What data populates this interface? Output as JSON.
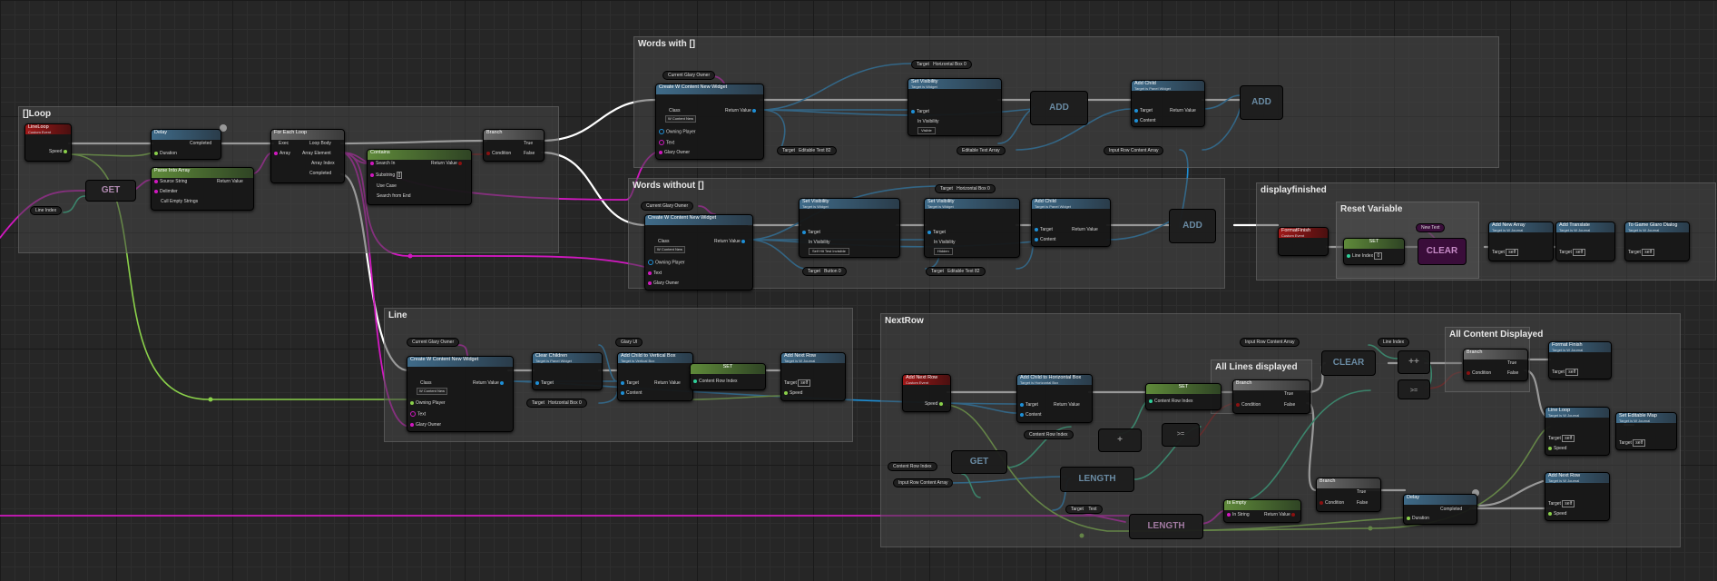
{
  "comments": {
    "loop": "[]Loop",
    "words_with": "Words with []",
    "words_without": "Words without []",
    "line": "Line",
    "nextrow": "NextRow",
    "all_lines": "All Lines displayed",
    "all_content": "All Content Displayed",
    "displayfinished": "displayfinished",
    "reset_variable": "Reset Variable"
  },
  "nodes": {
    "lineloop": {
      "title": "LineLoop",
      "sub": "Custom Event",
      "speed": "Speed"
    },
    "get1": {
      "label": "GET",
      "line_index": "Line Index"
    },
    "delay1": {
      "title": "Delay",
      "duration": "Duration",
      "completed": "Completed"
    },
    "parse": {
      "title": "Parse Into Array",
      "source": "Source String",
      "delimiter": "Delimiter",
      "cull": "Cull Empty Strings",
      "ret": "Return Value"
    },
    "foreach": {
      "title": "For Each Loop",
      "exec": "Exec",
      "array": "Array",
      "body": "Loop Body",
      "elem": "Array Element",
      "idx": "Array Index",
      "done": "Completed"
    },
    "contains": {
      "title": "Contains",
      "search_in": "Search In",
      "substring": "Substring",
      "substring_val": "[]",
      "use_case": "Use Case",
      "from_end": "Search from End",
      "ret": "Return Value"
    },
    "branch1": {
      "title": "Branch",
      "cond": "Condition",
      "t": "True",
      "f": "False"
    },
    "ww": {
      "owner": "Current Glary Owner",
      "create": "Create W Content New Widget",
      "class": "Class",
      "class_val": "W Content New",
      "owning": "Owning Player",
      "text": "Text",
      "glary": "Glary Owner",
      "ret": "Return Value",
      "target_hbox": "Target",
      "hbox": "Horizontal Box 0",
      "set_vis": "Set Visibility",
      "set_vis_sub": "Target is Widget",
      "target": "Target",
      "in_vis": "In Visibility",
      "in_vis_val": "Visible",
      "target_edit": "Target",
      "editable": "Editable Text 82",
      "add_label": "ADD",
      "editable_arr": "Editable Text Array",
      "add_child": "Add Child",
      "add_child_sub": "Target is Panel Widget",
      "content": "Content",
      "ret2": "Return Value",
      "input_arr": "Input Row Content Array",
      "add2": "ADD"
    },
    "wo": {
      "owner": "Current Glary Owner",
      "create": "Create W Content New Widget",
      "class": "Class",
      "class_val": "W Content New",
      "owning": "Owning Player",
      "text": "Text",
      "glary": "Glary Owner",
      "ret": "Return Value",
      "target_hbox": "Target",
      "hbox": "Horizontal Box 0",
      "set_vis": "Set Visibility",
      "set_vis_sub": "Target is Widget",
      "target": "Target",
      "in_vis": "In Visibility",
      "in_vis_val": "Self Hit Test Invisible",
      "in_vis_val2": "Hidden",
      "target_btn": "Target",
      "btn": "Button 0",
      "target_edit": "Target",
      "editable": "Editable Text 82",
      "add_child": "Add Child",
      "add_child_sub": "Target is Panel Widget",
      "content": "Content",
      "ret2": "Return Value",
      "add_label": "ADD"
    },
    "line": {
      "owner": "Current Glary Owner",
      "create": "Create W Content New Widget",
      "class": "Class",
      "class_val": "W Content New",
      "owning": "Owning Player",
      "text": "Text",
      "glary": "Glary Owner",
      "ret": "Return Value",
      "glary_ui": "Glary UI",
      "clear": "Clear Children",
      "clear_sub": "Target is Panel Widget",
      "target": "Target",
      "add_vb": "Add Child to Vertical Box",
      "add_vb_sub": "Target is Vertical Box",
      "content": "Content",
      "ret2": "Return Value",
      "set": "SET",
      "cri": "Content Row Index",
      "target_hbox": "Target",
      "hbox": "Horizontal Box 0",
      "addnextrow": "Add Next Row",
      "addnextrow_sub": "Target is W Journal",
      "speed": "Speed",
      "self": "self"
    },
    "nr": {
      "evt": "Add Next Row",
      "evt_sub": "Custom Event",
      "speed": "Speed",
      "add_hb": "Add Child to Horizontal Box",
      "add_hb_sub": "Target is Horizontal Box",
      "target": "Target",
      "content": "Content",
      "ret": "Return Value",
      "set": "SET",
      "cri": "Content Row Index",
      "cri2": "Content Row Index",
      "plus": "+",
      "cri3": "Content Row Index",
      "get": "GET",
      "input_arr": "Input Row Content Array",
      "length": "LENGTH",
      "gte": ">=",
      "branch": "Branch",
      "cond": "Condition",
      "t": "True",
      "f": "False",
      "target2": "Target",
      "text": "Text",
      "length2": "LENGTH",
      "isempty": "Is Empty",
      "in_string": "In String",
      "ret2": "Return Value",
      "branch2": "Branch",
      "delay": "Delay",
      "duration": "Duration",
      "completed": "Completed",
      "input_arr2": "Input Row Content Array",
      "clear": "CLEAR",
      "line_index": "Line Index",
      "plusplus": "++",
      "gte2": ">=",
      "branch3": "Branch",
      "format": "Format Finish",
      "format_sub": "Target is W Journal",
      "lineloop": "Line Loop",
      "lineloop_sub": "Target is W Journal",
      "set_edit": "Set Editable Map",
      "set_edit_sub": "Target is W Journal",
      "addnext": "Add Next Row",
      "addnext_sub": "Target is W Journal",
      "self": "self"
    },
    "df": {
      "evt": "FormatFinish",
      "evt_sub": "Custom Event",
      "set": "SET",
      "line_index": "Line Index",
      "line_index_val": "0",
      "new_text": "New Text",
      "clear": "CLEAR",
      "fn1": "Add New Array",
      "fn1_sub": "Target is W Journal",
      "fn2": "Add Translate",
      "fn2_sub": "Target is W Journal",
      "fn3": "To Game Glaro Dialog",
      "fn3_sub": "Target is W Journal",
      "target": "Target",
      "self": "self"
    }
  }
}
